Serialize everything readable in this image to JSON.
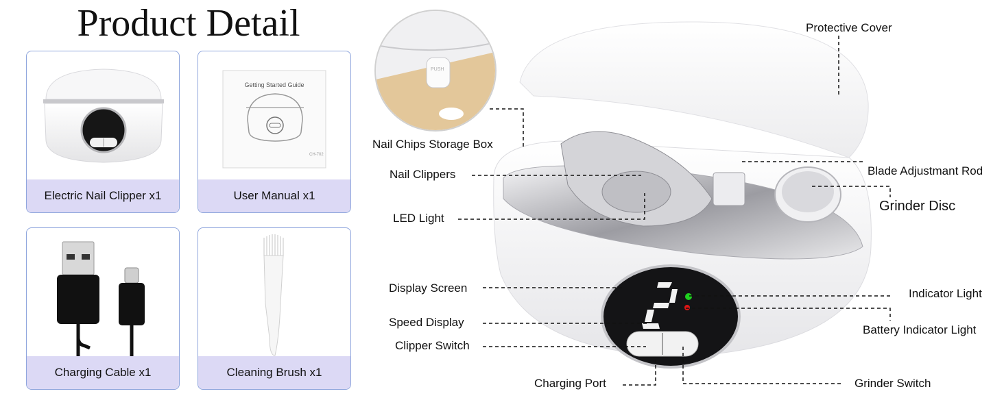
{
  "title": "Product Detail",
  "items": [
    {
      "label": "Electric Nail Clipper x1"
    },
    {
      "label": "User Manual x1",
      "guide_title": "Getting Started Guide",
      "model_code": "CH-702"
    },
    {
      "label": "Charging Cable x1"
    },
    {
      "label": "Cleaning Brush x1"
    }
  ],
  "inset": {
    "push_label": "PUSH"
  },
  "parts": {
    "protective_cover": "Protective Cover",
    "nail_chips_storage_box": "Nail Chips Storage Box",
    "nail_clippers": "Nail Clippers",
    "blade_adjustment_rod": "Blade Adjustmant Rod",
    "grinder_disc": "Grinder Disc",
    "led_light": "LED Light",
    "display_screen": "Display Screen",
    "indicator_light": "Indicator Light",
    "speed_display": "Speed Display",
    "battery_indicator_light": "Battery Indicator Light",
    "clipper_switch": "Clipper Switch",
    "charging_port": "Charging Port",
    "grinder_switch": "Grinder Switch"
  },
  "colors": {
    "accent_border": "#8fa6dd",
    "caption_bg": "#dcd9f5",
    "indicator_green": "#1fd11f",
    "indicator_red": "#e01515"
  }
}
